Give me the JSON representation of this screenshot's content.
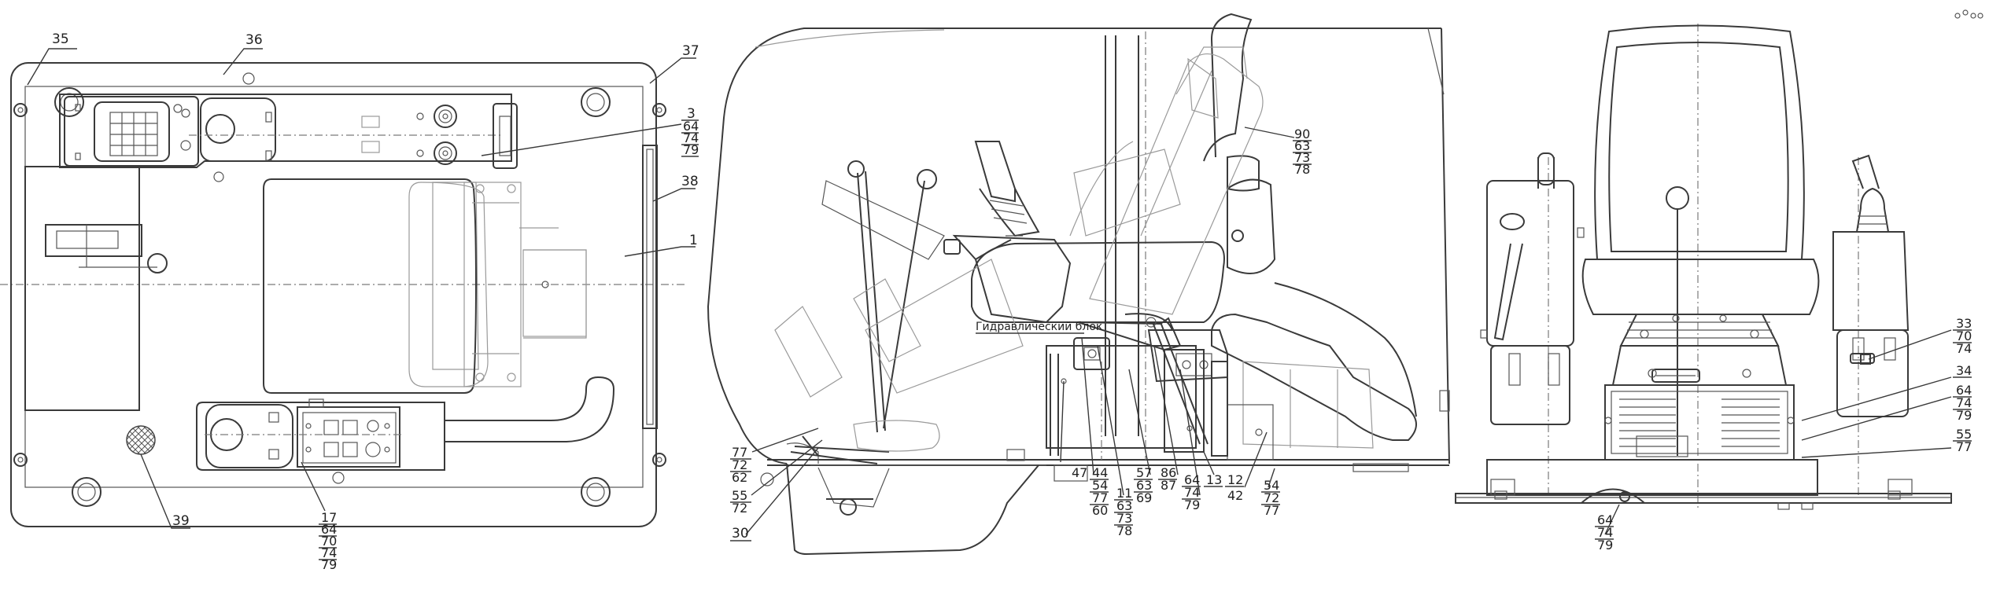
{
  "top_view": {
    "callouts": [
      {
        "id": "c35",
        "text": "35"
      },
      {
        "id": "c36",
        "text": "36"
      },
      {
        "id": "c37",
        "text": "37"
      },
      {
        "id": "c3",
        "lines": [
          "3",
          "64",
          "74",
          "79"
        ]
      },
      {
        "id": "c38",
        "text": "38"
      },
      {
        "id": "c1",
        "text": "1"
      },
      {
        "id": "c39",
        "text": "39"
      },
      {
        "id": "c17",
        "lines": [
          "17",
          "64",
          "70",
          "74",
          "79"
        ]
      }
    ]
  },
  "side_view": {
    "caption": "Гидравлический блок",
    "callouts": {
      "c90": [
        "90",
        "63",
        "73",
        "78"
      ],
      "c77": [
        "77",
        "72",
        "62"
      ],
      "c55": [
        "55",
        "72"
      ],
      "c30": [
        "30"
      ],
      "c47": [
        "47"
      ],
      "c44": [
        "44",
        "54",
        "77",
        "60"
      ],
      "c11": [
        "11",
        "63",
        "73",
        "78"
      ],
      "c57": [
        "57",
        "63",
        "69"
      ],
      "c86": [
        "86",
        "87"
      ],
      "c64": [
        "64",
        "74",
        "79"
      ],
      "c13": [
        "13"
      ],
      "c12": [
        "12",
        "42"
      ],
      "c54": [
        "54",
        "72",
        "77"
      ]
    }
  },
  "front_view": {
    "callouts": {
      "c33": [
        "33",
        "70",
        "74"
      ],
      "c34": [
        "34"
      ],
      "c64": [
        "64",
        "74",
        "79"
      ],
      "c55": [
        "55",
        "77"
      ],
      "c64b": [
        "64",
        "74",
        "79"
      ]
    }
  }
}
